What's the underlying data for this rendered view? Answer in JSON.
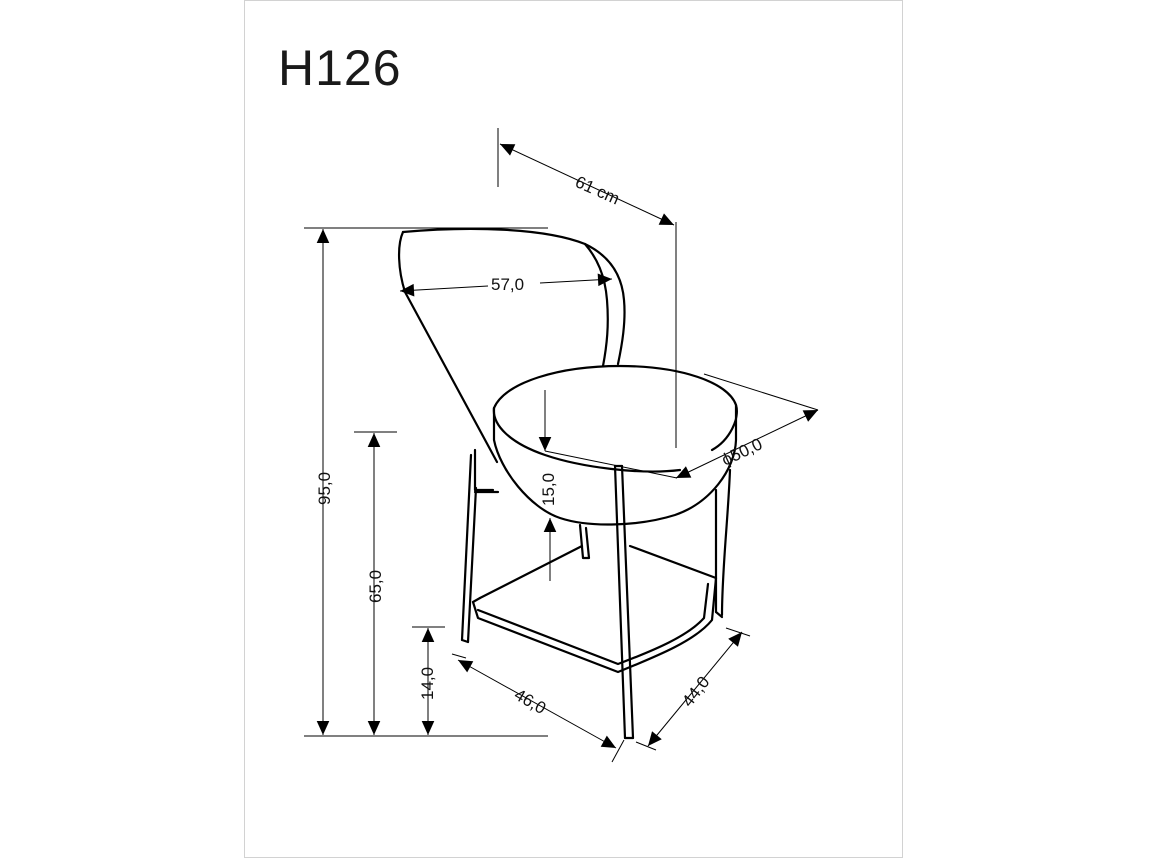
{
  "title": "H126",
  "dimensions": {
    "depth_total": "61 cm",
    "back_width": "57,0",
    "seat_diameter": "ϕ50,0",
    "seat_thickness": "15,0",
    "total_height": "95,0",
    "seat_height": "65,0",
    "footrest_height": "14,0",
    "base_width": "46,0",
    "base_depth": "44,0"
  },
  "colors": {
    "line": "#000000",
    "frame": "#d2d2d2",
    "text": "#111111"
  }
}
